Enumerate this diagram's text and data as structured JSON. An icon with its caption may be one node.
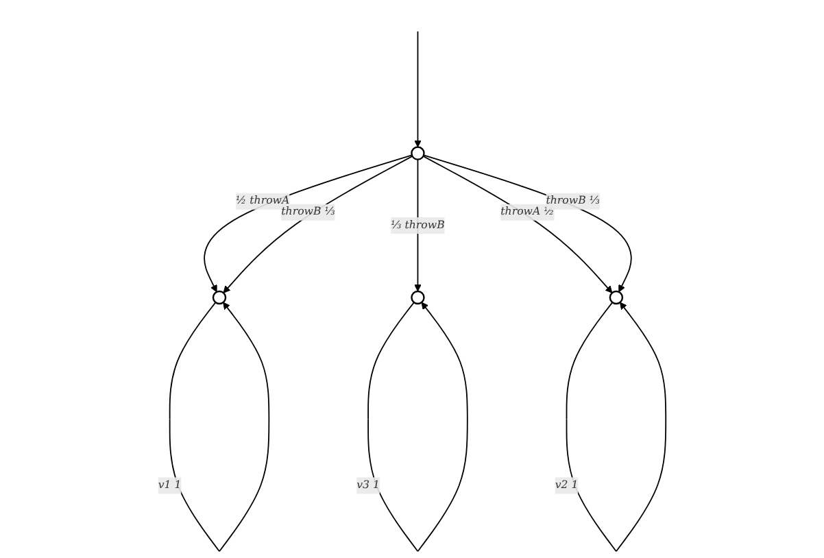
{
  "diagram": {
    "nodes": [
      {
        "text": [],
        "shape": "circle"
      },
      {
        "text": [],
        "shape": "circle"
      },
      {
        "text": [],
        "shape": "circle"
      },
      {
        "text": [],
        "shape": "circle"
      }
    ],
    "edges": [
      {
        "from": null,
        "to": 0,
        "arrow": "to"
      },
      {
        "from": 0,
        "to": 1,
        "arrow": "to",
        "label": "½ throwA"
      },
      {
        "from": 0,
        "to": 1,
        "arrow": "to",
        "label": "throwB ⅓"
      },
      {
        "from": 0,
        "to": 2,
        "arrow": "to",
        "label": "⅓ throwB"
      },
      {
        "from": 0,
        "to": 3,
        "arrow": "to",
        "label": "throwA ½"
      },
      {
        "from": 0,
        "to": 3,
        "arrow": "to",
        "label": "throwB ⅓"
      },
      {
        "from": 1,
        "to": 1,
        "arrow": "to",
        "label": "v1 1"
      },
      {
        "from": 3,
        "to": 3,
        "arrow": "to",
        "label": "v2 1"
      },
      {
        "from": 2,
        "to": 2,
        "arrow": "to",
        "label": "v3 1"
      }
    ]
  }
}
